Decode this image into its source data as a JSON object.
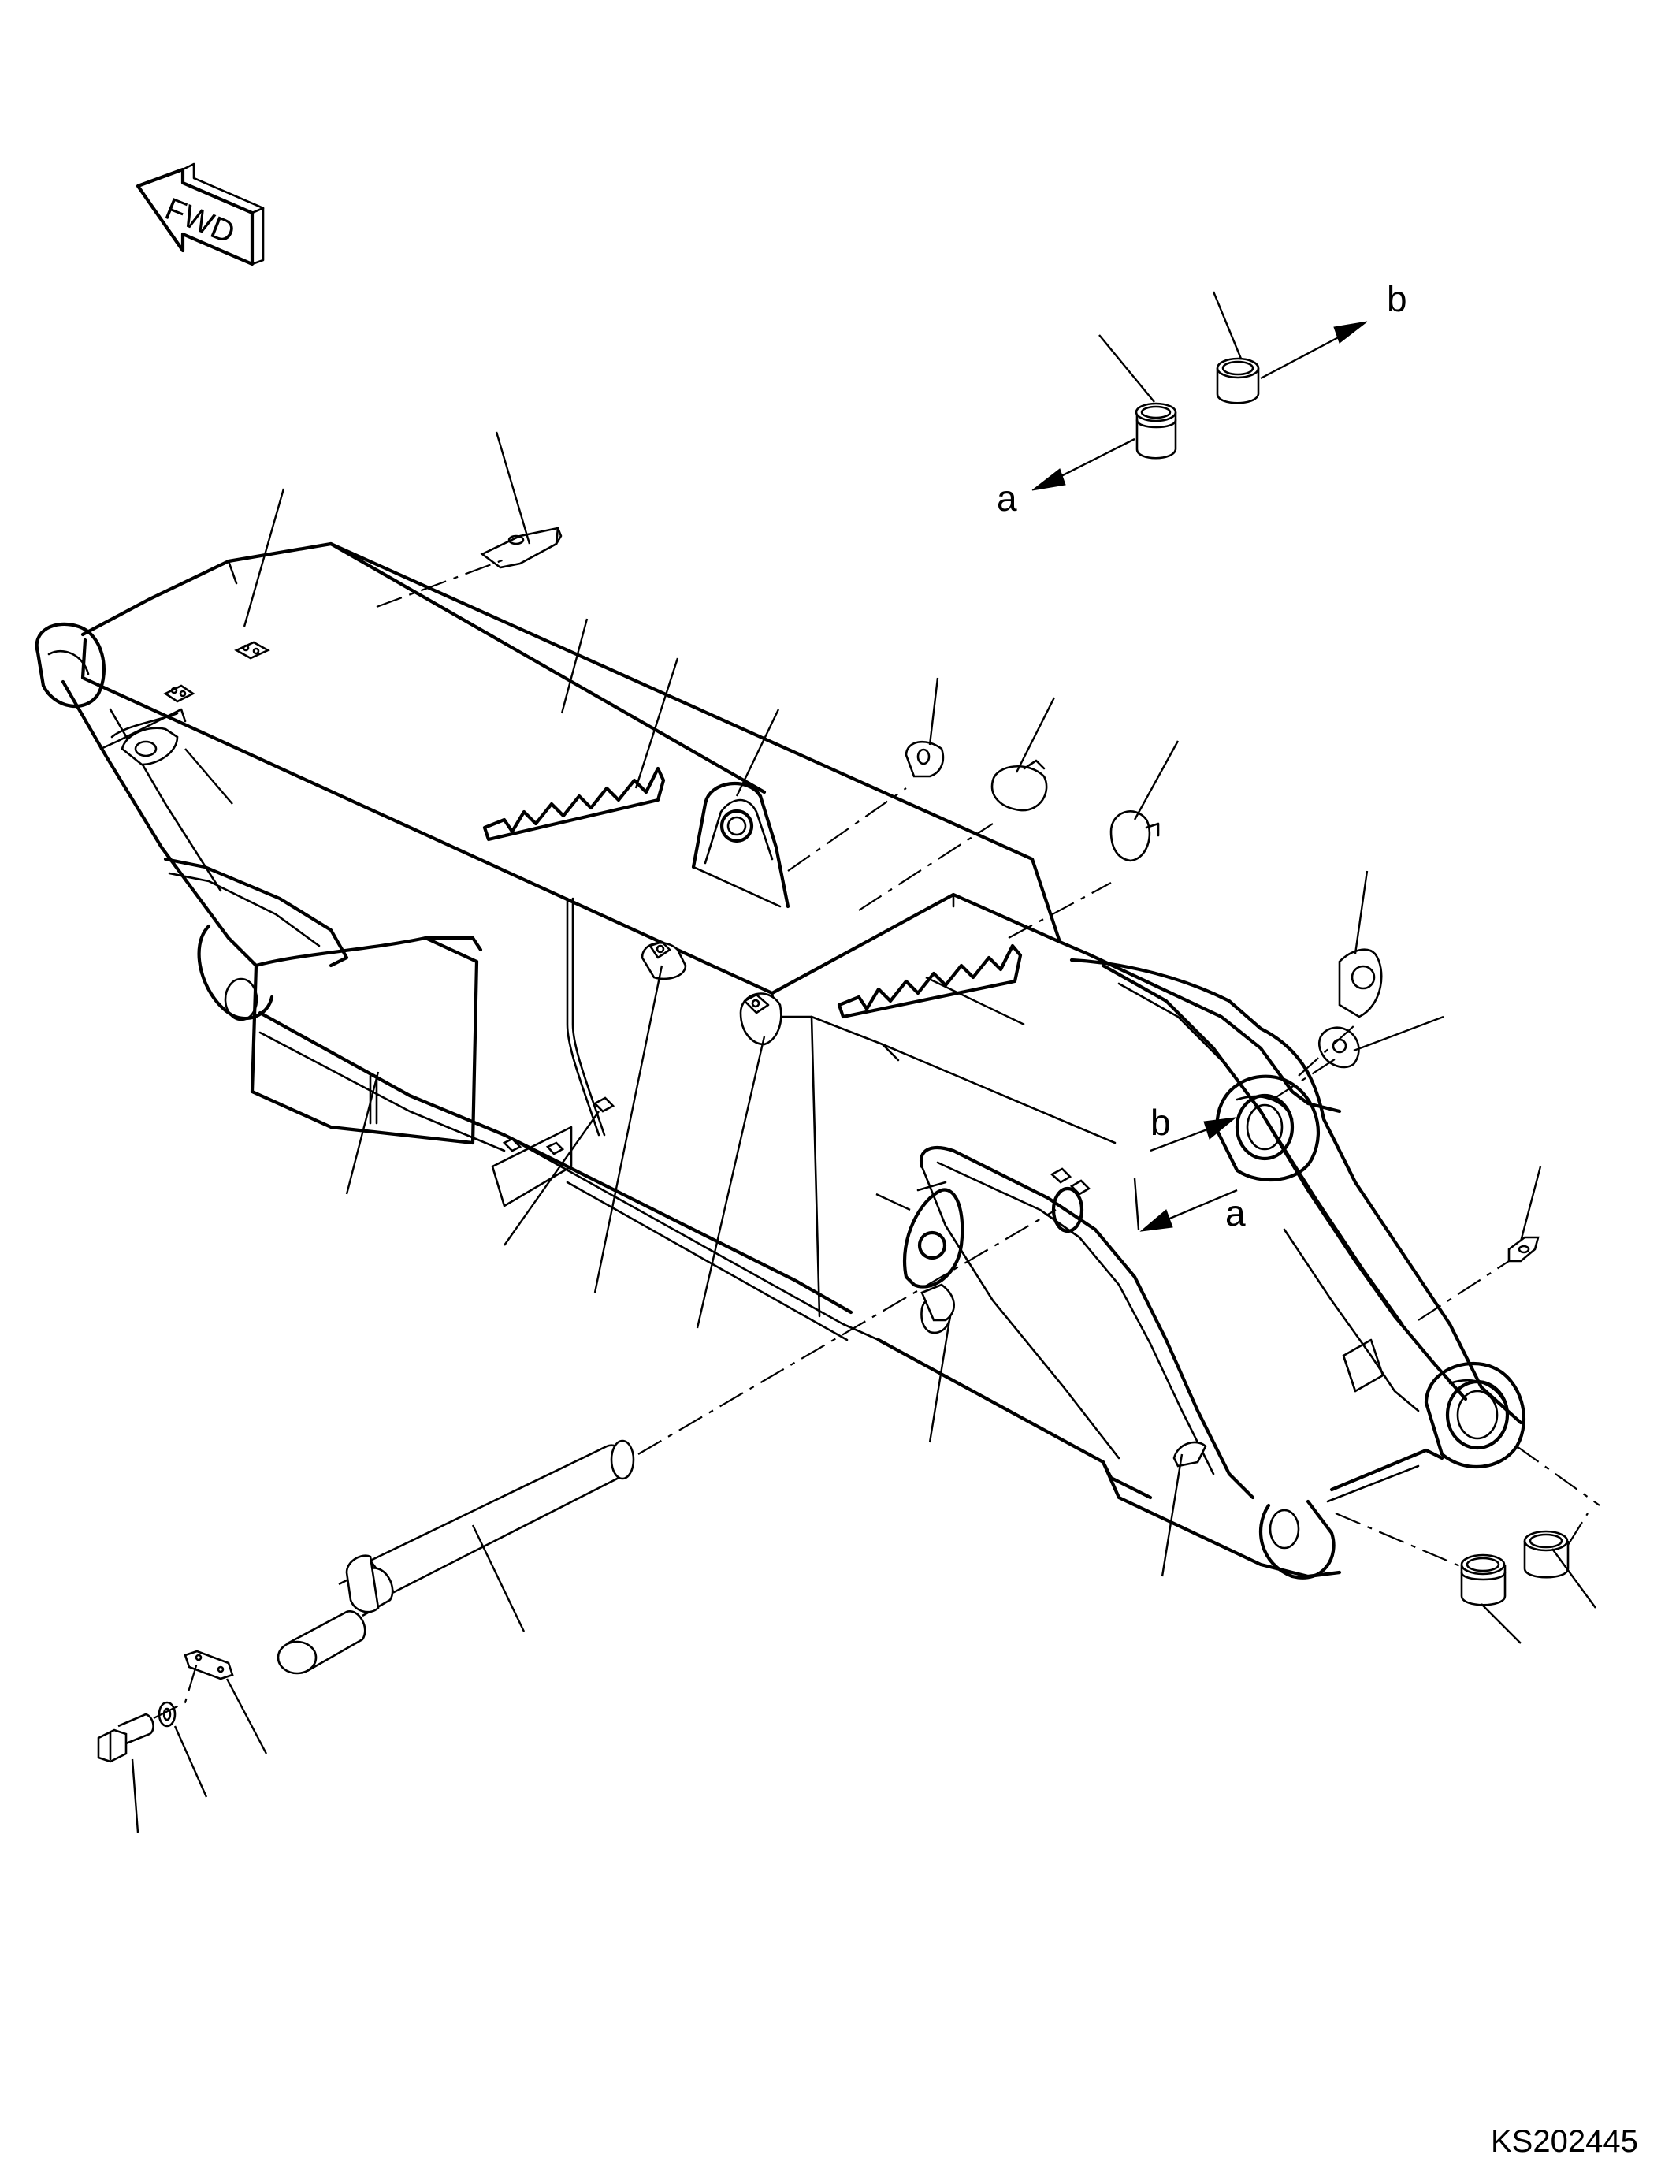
{
  "direction_marker": {
    "text": "FWD",
    "icon": "fwd-arrow-icon"
  },
  "callouts": {
    "a": "a",
    "b": "b"
  },
  "figure_code": "KS202445"
}
